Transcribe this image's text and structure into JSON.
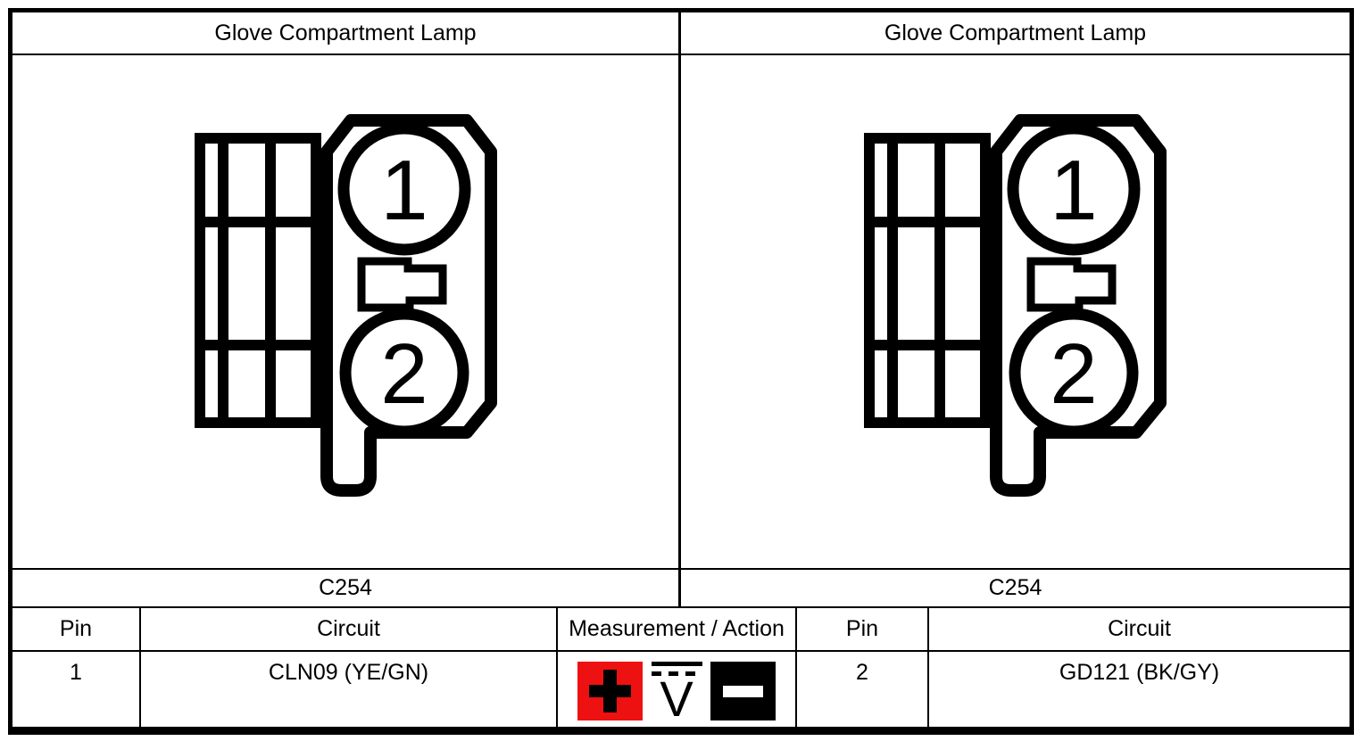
{
  "panels": [
    {
      "title": "Glove Compartment Lamp",
      "connector_label": "C254",
      "pin_labels": [
        "1",
        "2"
      ]
    },
    {
      "title": "Glove Compartment Lamp",
      "connector_label": "C254",
      "pin_labels": [
        "1",
        "2"
      ]
    }
  ],
  "table": {
    "headers": [
      "Pin",
      "Circuit",
      "Measurement / Action",
      "Pin",
      "Circuit"
    ],
    "row": {
      "pin_left": "1",
      "circuit_left": "CLN09 (YE/GN)",
      "measurement_symbols": [
        "positive-probe",
        "dc-voltmeter",
        "negative-probe"
      ],
      "voltmeter_letter": "V",
      "pin_right": "2",
      "circuit_right": "GD121 (BK/GY)"
    }
  },
  "colors": {
    "line_black": "#000000",
    "probe_red": "#ee1111",
    "probe_black": "#000000",
    "background": "#ffffff"
  }
}
